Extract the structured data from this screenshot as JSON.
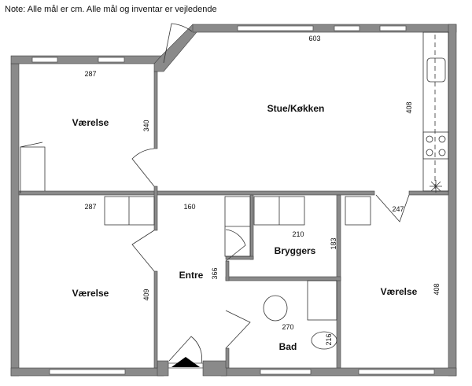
{
  "note": "Note: Alle mål er cm. Alle mål og inventar er vejledende",
  "rooms": {
    "stue": {
      "label": "Stue/Køkken",
      "width": "603",
      "depth": "408"
    },
    "vaerelse_top": {
      "label": "Værelse",
      "width": "287",
      "depth": "340"
    },
    "vaerelse_bottom_left": {
      "label": "Værelse",
      "width": "287",
      "depth": "409"
    },
    "entre": {
      "label": "Entre",
      "width": "160",
      "depth": "366"
    },
    "bryggers": {
      "label": "Bryggers",
      "width": "210",
      "depth": "183"
    },
    "bad": {
      "label": "Bad",
      "width": "270",
      "depth": "216"
    },
    "vaerelse_right": {
      "label": "Værelse",
      "width": "247",
      "depth": "408"
    }
  }
}
